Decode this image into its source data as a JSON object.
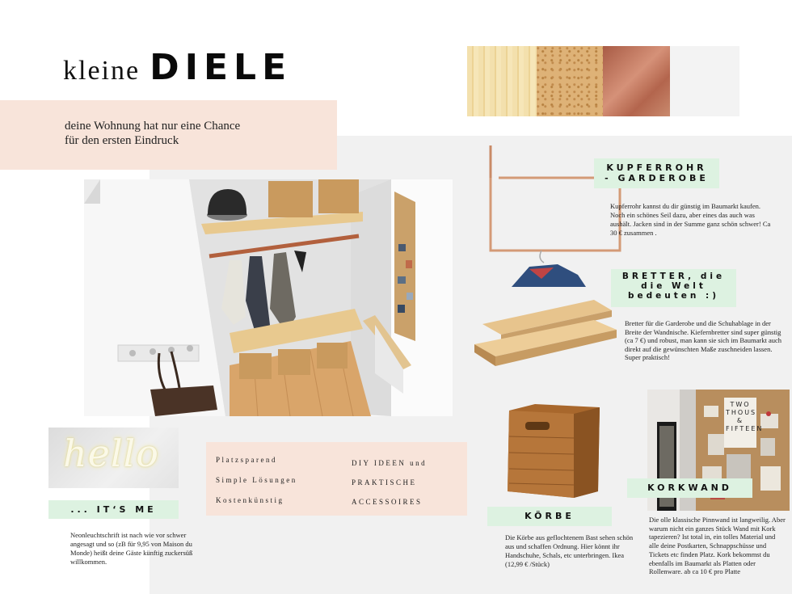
{
  "header": {
    "title_small": "kleine",
    "title_big": "DIELE",
    "subtitle_line1": "deine Wohnung hat nur eine Chance",
    "subtitle_line2": "für den ersten Eindruck"
  },
  "swatches": [
    {
      "name": "bamboo",
      "color": "#f1dca4"
    },
    {
      "name": "cork",
      "color": "#dcae72"
    },
    {
      "name": "copper",
      "color": "#b9725a"
    },
    {
      "name": "white",
      "color": "#f4f4f4"
    }
  ],
  "kupfer": {
    "title_line1": "KUPFERROHR",
    "title_line2": "- GARDEROBE",
    "text": "Kupferrohr kannst du dir günstig  im Baumarkt kaufen. Noch ein schönes Seil dazu, aber eines das auch was aushält. Jacken sind in der Summe ganz schön schwer! Ca 30 € zusammen ."
  },
  "bretter": {
    "title_line1": "BRETTER, die",
    "title_line2": "die Welt",
    "title_line3": "bedeuten :)",
    "text": "Bretter für die Garderobe und die Schuhablage in der Breite der Wandnische. Kiefernbretter sind super günstig (ca 7 €) und robust, man kann sie sich im Baumarkt auch direkt auf die gewünschten Maße zuschneiden lassen. Super praktisch!"
  },
  "koerbe": {
    "title": "KÖRBE",
    "text": "Die Körbe aus geflochtenem Bast sehen schön aus und schaffen Ordnung. Hier könnt ihr Handschuhe, Schals, etc unterbringen. Ikea (12,99 € /Stück)"
  },
  "korkwand": {
    "title": "KORKWAND",
    "text": "Die olle klassische Pinnwand ist langweilig. Aber warum nicht ein ganzes Stück Wand mit Kork tapezieren? Ist total in, ein tolles Material und alle deine Postkarten, Schnappschüsse und Tickets etc finden Platz. Kork bekommst du ebenfalls  im Baumarkt als Platten oder Rollenware. ab ca  10 € pro Platte"
  },
  "hello": {
    "neon_text": "hello",
    "title": "... IT‘S ME",
    "text": "Neonleuchtschrift ist nach wie vor schwer angesagt und so (zB  für 9,95 von Maison du Monde) heißt deine Gäste künftig zuckersüß willkommen."
  },
  "features": {
    "left": [
      "Platzsparend",
      "Simple Lösungen",
      "Kostenkünstig"
    ],
    "right": [
      "DIY IDEEN und",
      "PRAKTISCHE",
      "ACCESSOIRES"
    ]
  },
  "corkboard_letters": "TWO THOUS & FIFTEEN"
}
